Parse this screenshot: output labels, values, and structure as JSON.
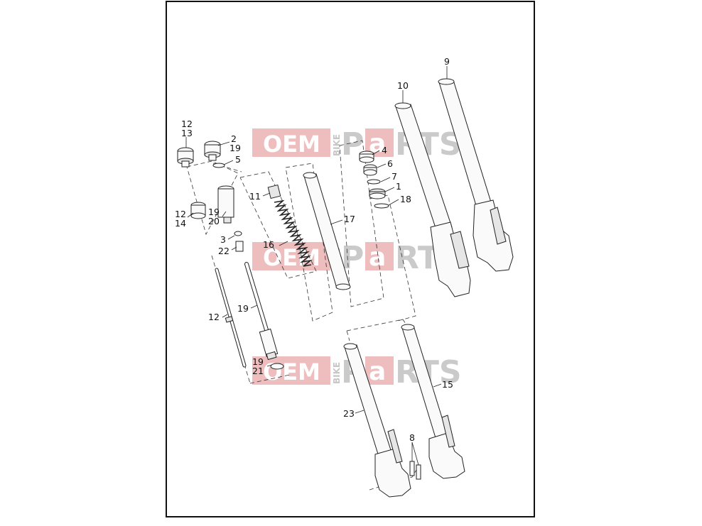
{
  "watermark": {
    "oem": "OEM",
    "bike": "BIKE",
    "p": "P",
    "a": "a",
    "rts": "RTS"
  },
  "callouts": {
    "c1": "1",
    "c2": "2",
    "c3": "3",
    "c4": "4",
    "c5": "5",
    "c6": "6",
    "c7": "7",
    "c8": "8",
    "c9": "9",
    "c10": "10",
    "c11": "11",
    "c12a": "12",
    "c13": "13",
    "c19a": "19",
    "c12b": "12",
    "c14": "14",
    "c19b": "19",
    "c20": "20",
    "c22": "22",
    "c16": "16",
    "c17": "17",
    "c18": "18",
    "c12c": "12",
    "c19c": "19",
    "c19d": "19",
    "c21": "21",
    "c15": "15",
    "c23": "23"
  }
}
